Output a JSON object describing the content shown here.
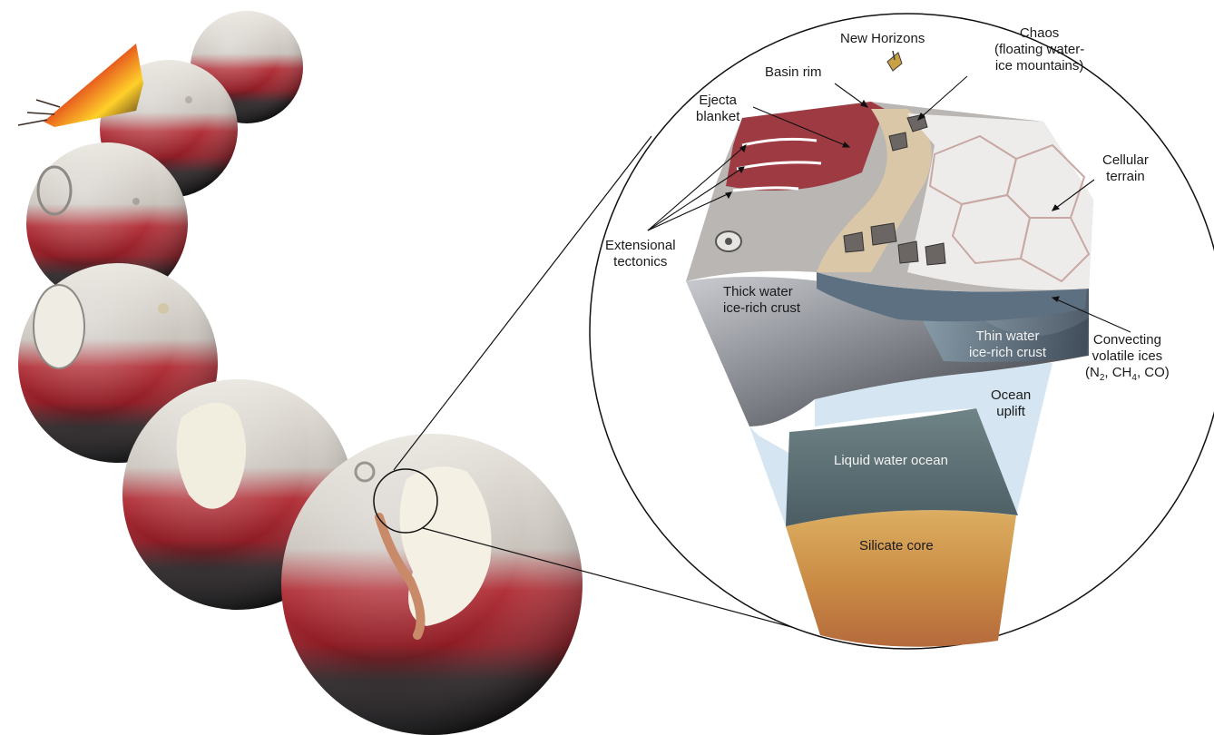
{
  "labels": {
    "new_horizons": "New Horizons",
    "basin_rim": "Basin rim",
    "chaos_l1": "Chaos",
    "chaos_l2": "(floating water-",
    "chaos_l3": "ice mountains)",
    "ejecta_l1": "Ejecta",
    "ejecta_l2": "blanket",
    "cellular_l1": "Cellular",
    "cellular_l2": "terrain",
    "ext_l1": "Extensional",
    "ext_l2": "tectonics",
    "thick_l1": "Thick water",
    "thick_l2": "ice-rich crust",
    "thin_l1": "Thin water",
    "thin_l2": "ice-rich crust",
    "conv_l1": "Convecting",
    "conv_l2": "volatile ices",
    "conv_n": "(N",
    "conv_n_sub": "2",
    "conv_ch": ", CH",
    "conv_ch_sub": "4",
    "conv_co": ", CO)",
    "ocean_uplift_l1": "Ocean",
    "ocean_uplift_l2": "uplift",
    "liquid_ocean": "Liquid water ocean",
    "silicate_core": "Silicate core"
  },
  "colors": {
    "pluto_red": "#a4222b",
    "pluto_dark": "#1b1b1d",
    "ice_white": "#efece4",
    "ocean_light": "#d5e6f2",
    "ocean_dark": "#5e7379",
    "core_tan": "#d1a25a",
    "crust_grey": "#7c7f86"
  }
}
